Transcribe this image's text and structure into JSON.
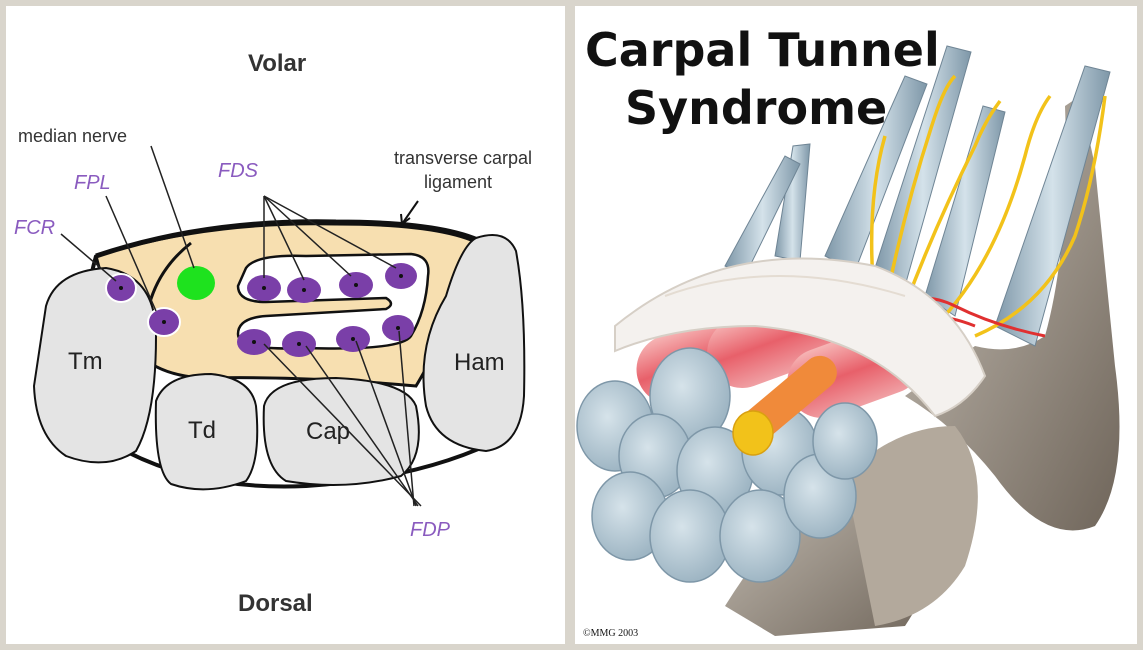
{
  "left_diagram": {
    "volar_label": "Volar",
    "dorsal_label": "Dorsal",
    "median_nerve_label": "median nerve",
    "fpl_label": "FPL",
    "fcr_label": "FCR",
    "fds_label": "FDS",
    "fdp_label": "FDP",
    "transverse_label_line1": "transverse carpal",
    "transverse_label_line2": "ligament",
    "bones": {
      "tm": "Tm",
      "td": "Td",
      "cap": "Cap",
      "ham": "Ham"
    },
    "colors": {
      "tunnel_fill": "#f7dfb0",
      "bone_fill": "#e4e4e4",
      "tendon_purple": "#7a3fa8",
      "nerve_green": "#1ee21e",
      "label_purple": "#8a5bbf"
    }
  },
  "right_illustration": {
    "title_line1": "Carpal Tunnel",
    "title_line2": "Syndrome",
    "copyright": "©MMG 2003",
    "colors": {
      "tendon_blue": "#b8ccd8",
      "ligament_white": "#f4f1ee",
      "nerve_yellow": "#f2c21a",
      "muscle_red": "#e8606a",
      "bone_grey": "#8f8578"
    }
  }
}
